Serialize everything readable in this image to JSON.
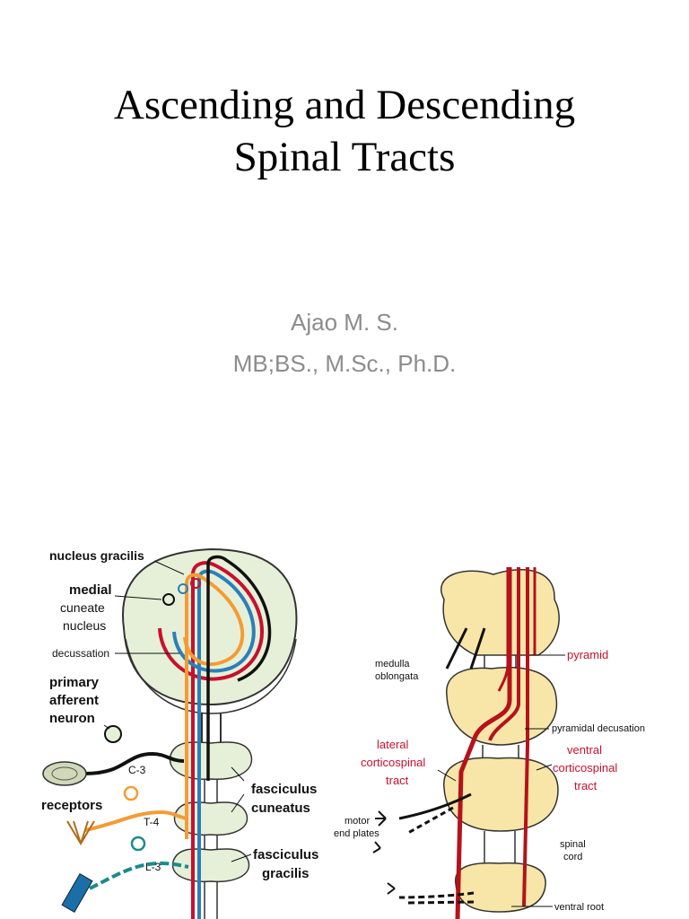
{
  "slide": {
    "title_line1": "Ascending and Descending",
    "title_line2": "Spinal Tracts",
    "author": "Ajao M. S.",
    "degrees": "MB;BS., M.Sc., Ph.D."
  },
  "left_diagram": {
    "labels": {
      "nucleus_gracilis": "nucleus gracilis",
      "medial": "medial",
      "cuneate": "cuneate",
      "nucleus": "nucleus",
      "decussation": "decussation",
      "primary": "primary",
      "afferent": "afferent",
      "neuron": "neuron",
      "c3": "C-3",
      "receptors": "receptors",
      "t4": "T-4",
      "l3": "L-3",
      "fasciculus1": "fasciculus",
      "cuneatus": "cuneatus",
      "fasciculus2": "fasciculus",
      "gracilis": "gracilis"
    }
  },
  "right_diagram": {
    "labels": {
      "medulla": "medulla",
      "oblongata": "oblongata",
      "pyramid": "pyramid",
      "pyramidal_decussation": "pyramidal decusation",
      "lateral": "lateral",
      "corticospinal_l": "corticospinal",
      "tract_l": "tract",
      "ventral": "ventral",
      "corticospinal_r": "corticospinal",
      "tract_r": "tract",
      "motor": "motor",
      "end_plates": "end plates",
      "spinal": "spinal",
      "cord": "cord",
      "ventral_root": "ventral root"
    }
  },
  "colors": {
    "cord_fill_left": "#e6f0d8",
    "cord_fill_right": "#f7e6a8",
    "tract_red": "#b5121b",
    "tract_blue": "#2c7fb8",
    "tract_orange": "#f39c34",
    "tract_teal": "#1b8a8a"
  }
}
